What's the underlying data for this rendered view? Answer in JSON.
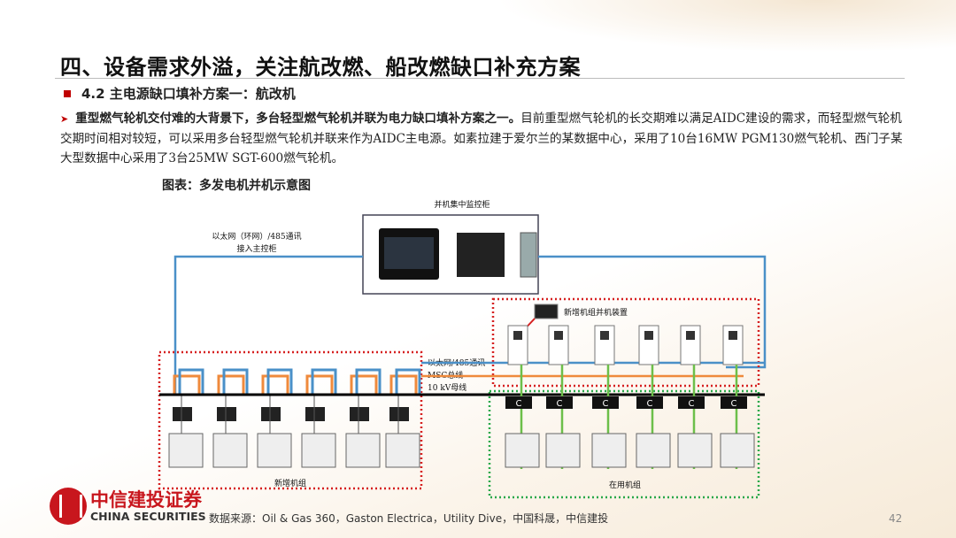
{
  "title": "四、设备需求外溢，关注航改燃、船改燃缺口补充方案",
  "section": "4.2 主电源缺口填补方案一：航改机",
  "paragraph": {
    "bold": "重型燃气轮机交付难的大背景下，多台轻型燃气轮机并联为电力缺口填补方案之一。",
    "text": "目前重型燃气轮机的长交期难以满足AIDC建设的需求，而轻型燃气轮机交期时间相对较短，可以采用多台轻型燃气轮机并联来作为AIDC主电源。如素拉建于爱尔兰的某数据中心，采用了10台16MW PGM130燃气轮机、西门子某大型数据中心采用了3台25MW SGT-600燃气轮机。"
  },
  "caption": "图表：多发电机并机示意图",
  "diagram": {
    "monitor_cabinet": "并机集中监控柜",
    "ethernet_ring": [
      "以太网（环网）/485通讯",
      "接入主控柜"
    ],
    "ethernet_485": "以太网/485通讯",
    "msc_bus": "MSC总线",
    "busbar_10kv": "10 kV母线",
    "new_unit_device": "新增机组并机装置",
    "new_units": "新增机组",
    "existing_units": "在用机组",
    "breaker_label": "C",
    "colors": {
      "ethernet": "#4a90c8",
      "msc": "#ef8a3c",
      "power": "#6cbf4a",
      "red_box": "#d62020",
      "green_box": "#2aa84a"
    }
  },
  "footer": {
    "logo_cn": "中信建投证券",
    "logo_en": "CHINA SECURITIES",
    "source": "数据来源：Oil & Gas 360，Gaston Electrica，Utility Dive，中国科晟，中信建投",
    "page": "42"
  }
}
